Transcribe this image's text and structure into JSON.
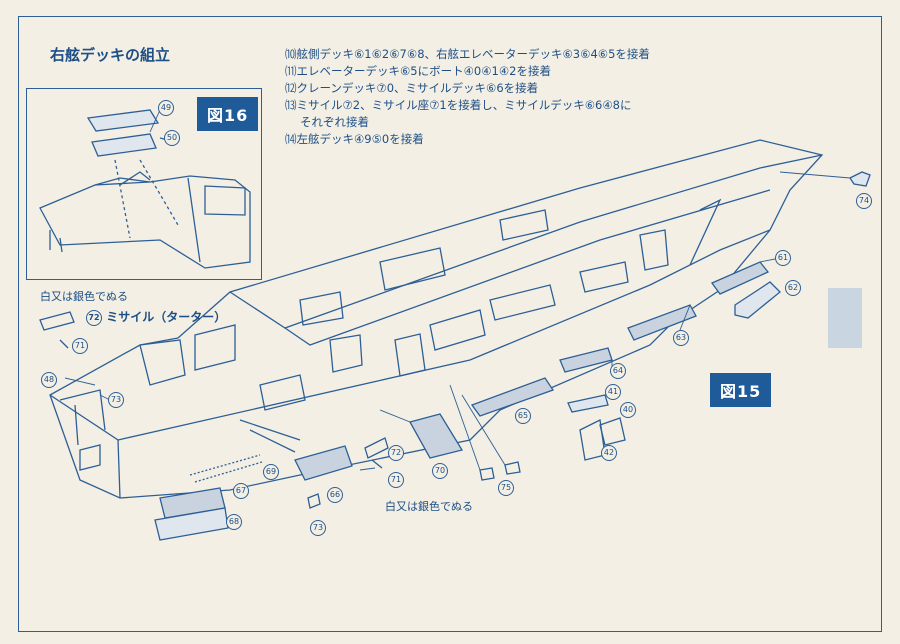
{
  "title": "右舷デッキの組立",
  "instructions": [
    "⑽舷側デッキ⑥1⑥2⑥7⑥8、右舷エレベーターデッキ⑥3⑥4⑥5を接着",
    "⑾エレベーターデッキ⑥5にボート④0④1④2を接着",
    "⑿クレーンデッキ⑦0、ミサイルデッキ⑥6を接着",
    "⒀ミサイル⑦2、ミサイル座⑦1を接着し、ミサイルデッキ⑥6④8に",
    "それぞれ接着",
    "⒁左舷デッキ④9⑤0を接着"
  ],
  "figures": {
    "fig16": "図16",
    "fig15": "図15"
  },
  "notes": {
    "paint_left": "白又は銀色でぬる",
    "paint_bottom": "白又は銀色でぬる"
  },
  "missile_label": {
    "num": "72",
    "text": "ミサイル（ターター）"
  },
  "parts": {
    "p49": "49",
    "p50": "50",
    "p74": "74",
    "p61": "61",
    "p62": "62",
    "p63": "63",
    "p64": "64",
    "p65": "65",
    "p41": "41",
    "p40": "40",
    "p42": "42",
    "p71a": "71",
    "p48": "48",
    "p73a": "73",
    "p69": "69",
    "p67": "67",
    "p68": "68",
    "p66": "66",
    "p73b": "73",
    "p72b": "72",
    "p71b": "71",
    "p70": "70",
    "p75": "75"
  },
  "colors": {
    "ink": "#1d4f86",
    "paper": "#f3efe4",
    "badge": "#1f5a99"
  }
}
